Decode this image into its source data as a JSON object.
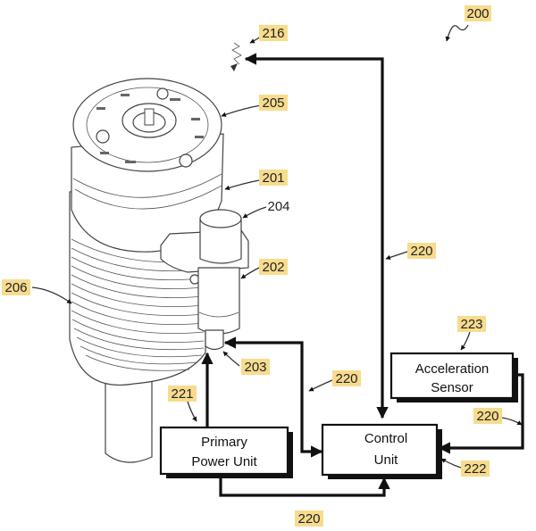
{
  "reference_numerals": {
    "figure": "200",
    "sensor_216": "216",
    "top_cap": "205",
    "body": "201",
    "valve_head": "204",
    "valve_body": "202",
    "valve_tip": "203",
    "air_spring": "206",
    "line_vertical": "220",
    "line_middle": "220",
    "line_sensor": "220",
    "line_bottom": "220",
    "power_unit": "221",
    "control_unit": "222",
    "acceleration_sensor": "223"
  },
  "boxes": {
    "primary_power_unit": [
      "Primary",
      "Power Unit"
    ],
    "control_unit": [
      "Control",
      "Unit"
    ],
    "acceleration_sensor": [
      "Acceleration",
      "Sensor"
    ]
  },
  "colors": {
    "label_highlight": "#f7dc8e",
    "line": "#111111"
  }
}
